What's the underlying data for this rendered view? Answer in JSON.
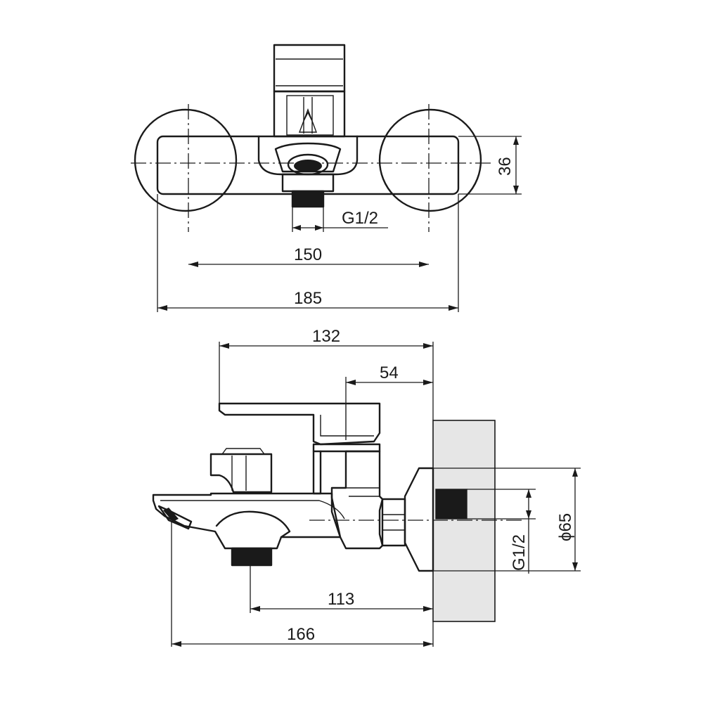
{
  "top_view": {
    "dim_g12": "G1/2",
    "dim_150": "150",
    "dim_185": "185",
    "dim_36": "36"
  },
  "side_view": {
    "dim_132": "132",
    "dim_54": "54",
    "dim_113": "113",
    "dim_166": "166",
    "dim_g12": "G1/2",
    "dim_phi65": "ϕ65"
  },
  "colors": {
    "line": "#1a1a1a",
    "wall": "#e6e6e6"
  }
}
